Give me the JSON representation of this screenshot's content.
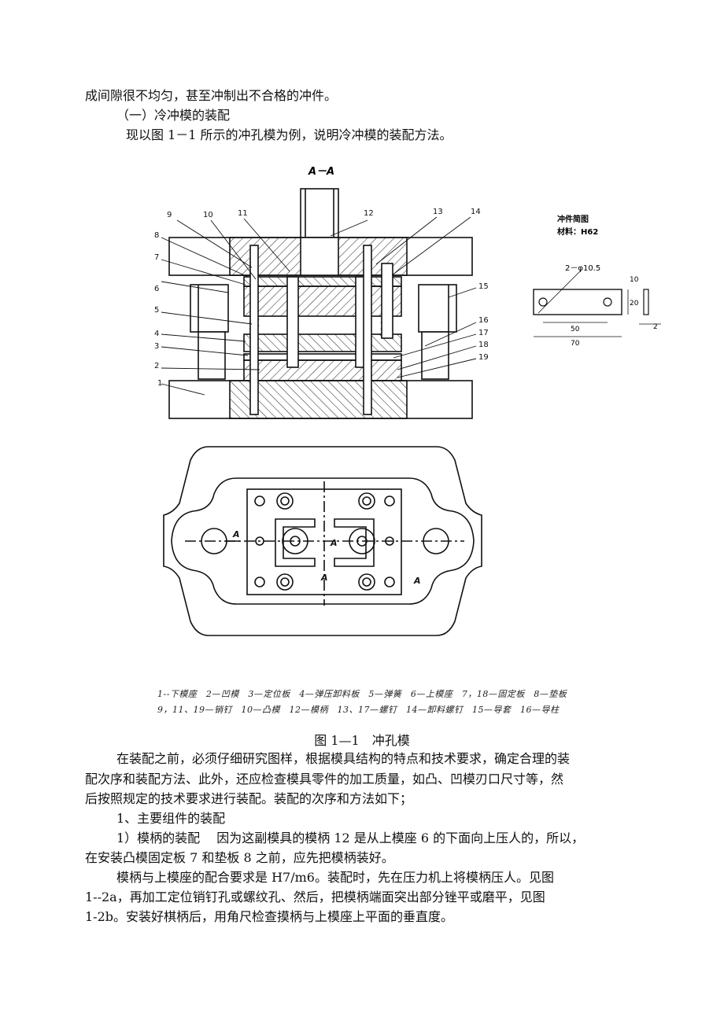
{
  "text": {
    "l1": "成间隙很不均匀，甚至冲制出不合格的冲件。",
    "l2": "（一）冷冲模的装配",
    "l3": "现以图 1－1 所示的冲孔模为例，说明冷冲模的装配方法。",
    "p1a": "在装配之前，必须仔细研究图样，根据模具结构的特点和技术要求，确定合理的装",
    "p1b": "配次序和装配方法、此外，还应检查模具零件的加工质量，如凸、凹模刃口尺寸等，然",
    "p1c": "后按照规定的技术要求进行装配。装配的次序和方法如下；",
    "h1": "1、主要组件的装配",
    "p2a": "1）模柄的装配　 因为这副模具的模柄 12 是从上模座 6 的下面向上压人的，所以，",
    "p2b": "在安装凸模固定板 7 和垫板 8 之前，应先把模柄装好。",
    "p3a": "模柄与上模座的配合要求是 H7/m6。装配时，先在压力机上将模柄压人。见图",
    "p3b": "1--2a，再加工定位销钉孔或螺纹孔、然后，把模柄端面突出部分锉平或磨平，见图",
    "p3c": "1-2b。安装好棋柄后，用角尺检查摸柄与上模座上平面的垂直度。"
  },
  "figure": {
    "section_label": "A－A",
    "part_numbers_left": [
      "9",
      "10",
      "11",
      "12",
      "13",
      "14",
      "8",
      "7",
      "6",
      "5",
      "4",
      "3",
      "2",
      "1"
    ],
    "part_numbers_right": [
      "15",
      "16",
      "17",
      "18",
      "19"
    ],
    "workpiece_title": "冲件简图",
    "workpiece_material": "材料：H62",
    "dim_holes": "2－φ10.5",
    "dim_50": "50",
    "dim_70": "70",
    "dim_10": "10",
    "dim_20": "20",
    "dim_2": "2",
    "section_mark": "A",
    "legend_line1": "1--下模座　2—凹模　3—定位板　4—弹压卸料板　5—弹簧　6—上模座　7，18—固定板　8—垫板",
    "legend_line2": "9，11、19—销钉　10—凸模　12—模柄　13、17—螺钉　14—卸料螺钉　15—导套　16—导柱",
    "caption": "图 1—1　冲孔模"
  }
}
